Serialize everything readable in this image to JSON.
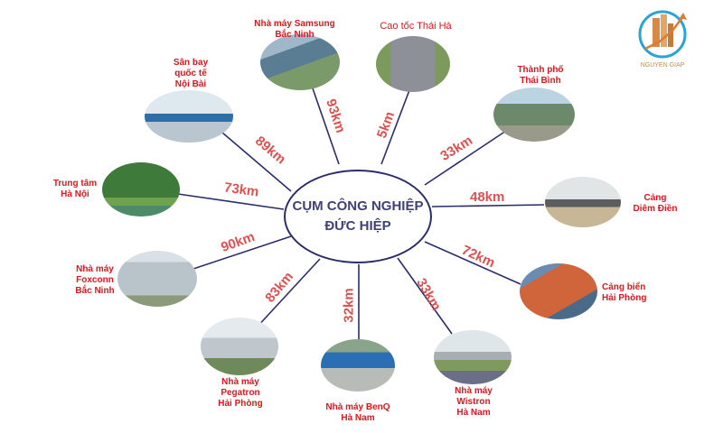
{
  "hub": {
    "line1": "CỤM CÔNG NGHIỆP",
    "line2": "ĐỨC HIỆP"
  },
  "logo": {
    "text": "NGUYEN GIAP",
    "icon": "building-growth-logo-icon"
  },
  "colors": {
    "line": "#2b2d6b",
    "label": "#e3141b",
    "distance": "#e05050",
    "hub_text": "#3f4275"
  },
  "destinations": [
    {
      "id": "noi-bai",
      "label": [
        "Sân bay",
        "quốc tế",
        "Nội Bài"
      ],
      "distance": "89km",
      "icon": "airport-photo"
    },
    {
      "id": "samsung",
      "label": [
        "Nhà máy Samsung",
        "Bắc Ninh"
      ],
      "distance": "93km",
      "icon": "factory-photo"
    },
    {
      "id": "thai-ha",
      "label": [
        "Cao tốc Thái Hà"
      ],
      "distance": "5km",
      "icon": "highway-photo"
    },
    {
      "id": "thai-binh",
      "label": [
        "Thành phố",
        "Thái Bình"
      ],
      "distance": "33km",
      "icon": "city-photo"
    },
    {
      "id": "ha-noi",
      "label": [
        "Trung tâm",
        "Hà Nội"
      ],
      "distance": "73km",
      "icon": "turtle-tower-photo"
    },
    {
      "id": "diem-dien",
      "label": [
        "Cảng",
        "Diêm Điền"
      ],
      "distance": "48km",
      "icon": "port-photo"
    },
    {
      "id": "foxconn",
      "label": [
        "Nhà máy",
        "Foxconn",
        "Bắc Ninh"
      ],
      "distance": "90km",
      "icon": "factory-photo"
    },
    {
      "id": "hai-phong-port",
      "label": [
        "Cảng biển",
        "Hải Phòng"
      ],
      "distance": "72km",
      "icon": "container-port-photo"
    },
    {
      "id": "pegatron",
      "label": [
        "Nhà máy",
        "Pegatron",
        "Hải Phòng"
      ],
      "distance": "83km",
      "icon": "factory-photo"
    },
    {
      "id": "benq",
      "label": [
        "Nhà máy BenQ",
        "Hà Nam"
      ],
      "distance": "32km",
      "icon": "factory-photo"
    },
    {
      "id": "wistron",
      "label": [
        "Nhà máy",
        "Wistron",
        "Hà Nam"
      ],
      "distance": "33km",
      "icon": "factory-photo"
    }
  ]
}
